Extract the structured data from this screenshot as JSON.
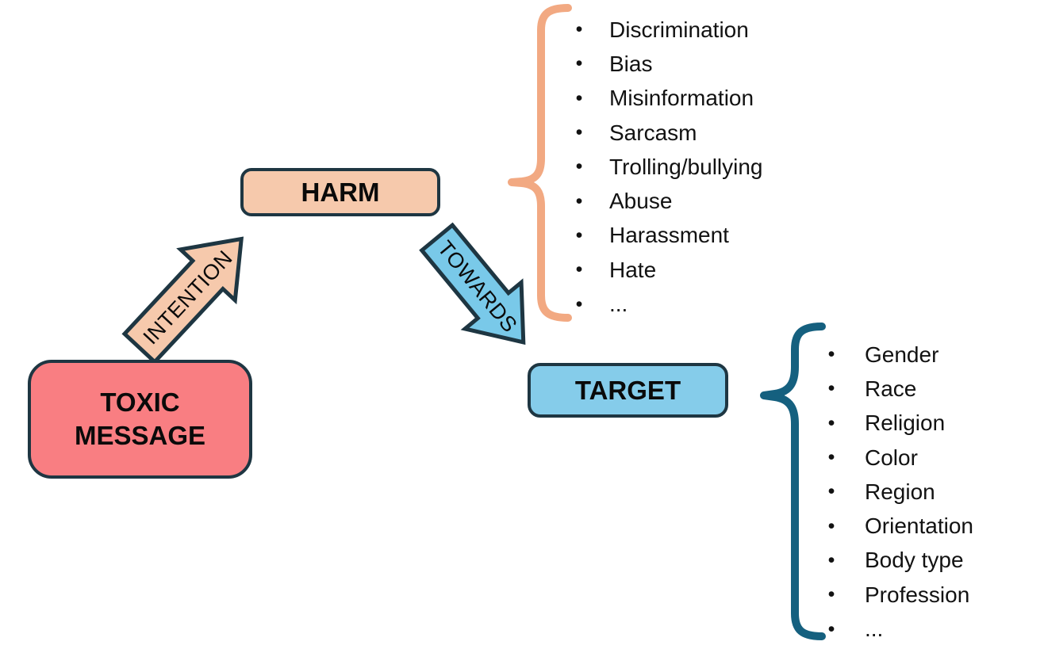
{
  "diagram": {
    "nodes": {
      "toxic_message": {
        "label_line1": "TOXIC",
        "label_line2": "MESSAGE",
        "fill": "#F97E82"
      },
      "harm": {
        "label": "HARM",
        "fill": "#F6C9AC"
      },
      "target": {
        "label": "TARGET",
        "fill": "#85CCEA"
      }
    },
    "arrows": {
      "intention": {
        "label": "INTENTION",
        "fill": "#F6C9AC"
      },
      "towards": {
        "label": "TOWARDS",
        "fill": "#79C9E9"
      }
    },
    "harm_list": {
      "brace_color": "#F2A982",
      "items": [
        "Discrimination",
        "Bias",
        "Misinformation",
        "Sarcasm",
        "Trolling/bullying",
        "Abuse",
        "Harassment",
        "Hate",
        "..."
      ]
    },
    "target_list": {
      "brace_color": "#15607F",
      "items": [
        "Gender",
        "Race",
        "Religion",
        "Color",
        "Region",
        "Orientation",
        "Body type",
        "Profession",
        "..."
      ]
    },
    "outline_color": "#1E3642",
    "background_color": "#FFFFFF"
  }
}
